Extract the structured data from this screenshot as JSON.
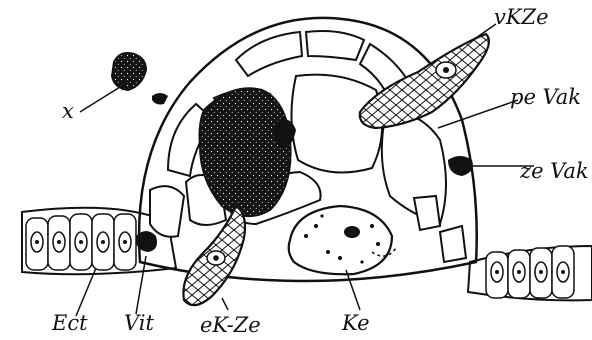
{
  "figure": {
    "labels": {
      "x": "x",
      "vkze": "vKZe",
      "pevak": "pe Vak",
      "zevak": "ze Vak",
      "ect": "Ect",
      "vit": "Vit",
      "ekze": "eK-Ze",
      "ke": "Ke"
    },
    "colors": {
      "ink": "#111111",
      "paper": "#ffffff"
    }
  }
}
